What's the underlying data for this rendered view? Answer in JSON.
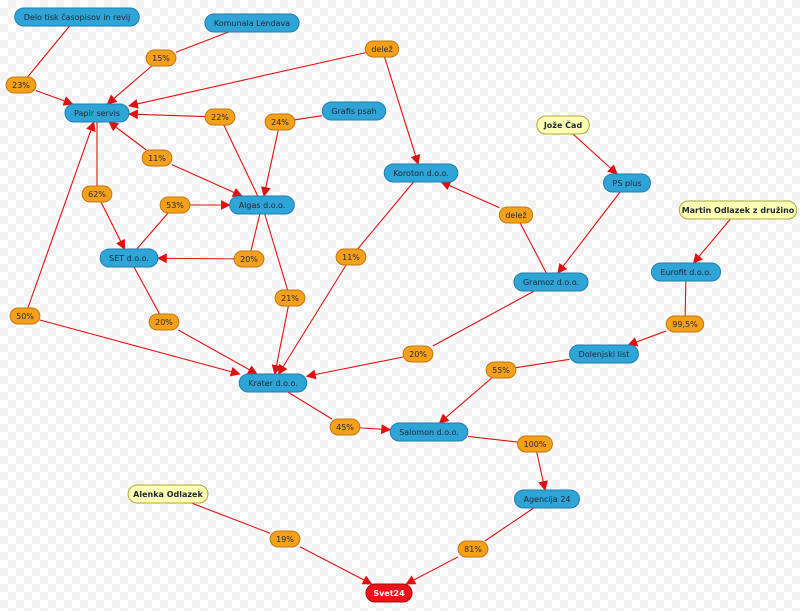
{
  "colors": {
    "company": "#2fa4d6",
    "company_stroke": "#1f7fae",
    "person": "#ffffb3",
    "person_stroke": "#a8a83a",
    "share": "#f5a01a",
    "share_stroke": "#c07710",
    "target": "#e8141a",
    "target_stroke": "#a50d10",
    "edge": "#e01010",
    "text": "#1b2733",
    "target_text": "#ffffff"
  },
  "nodes": [
    {
      "id": "delo",
      "label": "Delo tisk časopisov in revij",
      "kind": "company"
    },
    {
      "id": "komunala",
      "label": "Komunala Lendava",
      "kind": "company"
    },
    {
      "id": "papir",
      "label": "Papir servis",
      "kind": "company"
    },
    {
      "id": "grafis",
      "label": "Grafis psah",
      "kind": "company"
    },
    {
      "id": "algas",
      "label": "Algas d.o.o.",
      "kind": "company"
    },
    {
      "id": "set",
      "label": "SET d.o.o.",
      "kind": "company"
    },
    {
      "id": "koroton",
      "label": "Koroton d.o.o.",
      "kind": "company"
    },
    {
      "id": "ps",
      "label": "PS plus",
      "kind": "company"
    },
    {
      "id": "gramoz",
      "label": "Gramoz d.o.o.",
      "kind": "company"
    },
    {
      "id": "eurofit",
      "label": "Eurofit d.o.o.",
      "kind": "company"
    },
    {
      "id": "dolenjski",
      "label": "Dolenjski list",
      "kind": "company"
    },
    {
      "id": "krater",
      "label": "Krater d.o.o.",
      "kind": "company"
    },
    {
      "id": "salomon",
      "label": "Salomon d.o.o.",
      "kind": "company"
    },
    {
      "id": "agencija",
      "label": "Agencija 24",
      "kind": "company"
    },
    {
      "id": "joze",
      "label": "Jože Čad",
      "kind": "person"
    },
    {
      "id": "martin",
      "label": "Martin Odlazek z družino",
      "kind": "person"
    },
    {
      "id": "alenka",
      "label": "Alenka Odlazek",
      "kind": "person"
    },
    {
      "id": "svet",
      "label": "Svet24",
      "kind": "target"
    },
    {
      "id": "s23",
      "label": "23%",
      "kind": "share"
    },
    {
      "id": "s15",
      "label": "15%",
      "kind": "share"
    },
    {
      "id": "sdelez1",
      "label": "delež",
      "kind": "share"
    },
    {
      "id": "s22",
      "label": "22%",
      "kind": "share"
    },
    {
      "id": "s24",
      "label": "24%",
      "kind": "share"
    },
    {
      "id": "s11a",
      "label": "11%",
      "kind": "share"
    },
    {
      "id": "s62",
      "label": "62%",
      "kind": "share"
    },
    {
      "id": "s53",
      "label": "53%",
      "kind": "share"
    },
    {
      "id": "s20a",
      "label": "20%",
      "kind": "share"
    },
    {
      "id": "s11b",
      "label": "11%",
      "kind": "share"
    },
    {
      "id": "sdelez2",
      "label": "delež",
      "kind": "share"
    },
    {
      "id": "s21",
      "label": "21%",
      "kind": "share"
    },
    {
      "id": "s50",
      "label": "50%",
      "kind": "share"
    },
    {
      "id": "s20b",
      "label": "20%",
      "kind": "share"
    },
    {
      "id": "s995",
      "label": "99,5%",
      "kind": "share"
    },
    {
      "id": "s55",
      "label": "55%",
      "kind": "share"
    },
    {
      "id": "s20c",
      "label": "20%",
      "kind": "share"
    },
    {
      "id": "s45",
      "label": "45%",
      "kind": "share"
    },
    {
      "id": "s100",
      "label": "100%",
      "kind": "share"
    },
    {
      "id": "s19",
      "label": "19%",
      "kind": "share"
    },
    {
      "id": "s81",
      "label": "81%",
      "kind": "share"
    }
  ],
  "edges": [
    {
      "from": "delo",
      "to": "s23",
      "arrow": false
    },
    {
      "from": "s23",
      "to": "papir",
      "arrow": true
    },
    {
      "from": "komunala",
      "to": "s15",
      "arrow": false
    },
    {
      "from": "s15",
      "to": "papir",
      "arrow": true
    },
    {
      "from": "sdelez1",
      "to": "papir",
      "arrow": true
    },
    {
      "from": "sdelez1",
      "to": "koroton",
      "arrow": true
    },
    {
      "from": "algas",
      "to": "s22",
      "arrow": false
    },
    {
      "from": "s22",
      "to": "papir",
      "arrow": true
    },
    {
      "from": "grafis",
      "to": "s24",
      "arrow": false
    },
    {
      "from": "s24",
      "to": "algas",
      "arrow": true
    },
    {
      "from": "s11a",
      "to": "papir",
      "arrow": true
    },
    {
      "from": "s11a",
      "to": "algas",
      "arrow": true
    },
    {
      "from": "papir",
      "to": "s62",
      "arrow": false
    },
    {
      "from": "s62",
      "to": "set",
      "arrow": true
    },
    {
      "from": "s53",
      "to": "algas",
      "arrow": true
    },
    {
      "from": "set",
      "to": "s53",
      "arrow": false
    },
    {
      "from": "algas",
      "to": "s20a",
      "arrow": false
    },
    {
      "from": "s20a",
      "to": "set",
      "arrow": true
    },
    {
      "from": "algas",
      "to": "s21",
      "arrow": false
    },
    {
      "from": "s21",
      "to": "krater",
      "arrow": true
    },
    {
      "from": "koroton",
      "to": "s11b",
      "arrow": false
    },
    {
      "from": "s11b",
      "to": "krater",
      "arrow": true
    },
    {
      "from": "gramoz",
      "to": "sdelez2",
      "arrow": false
    },
    {
      "from": "sdelez2",
      "to": "koroton",
      "arrow": true
    },
    {
      "from": "joze",
      "to": "ps",
      "arrow": true
    },
    {
      "from": "ps",
      "to": "gramoz",
      "arrow": true
    },
    {
      "from": "martin",
      "to": "eurofit",
      "arrow": true
    },
    {
      "from": "eurofit",
      "to": "s995",
      "arrow": false
    },
    {
      "from": "s995",
      "to": "dolenjski",
      "arrow": true
    },
    {
      "from": "s50",
      "to": "papir",
      "arrow": true
    },
    {
      "from": "s50",
      "to": "krater",
      "arrow": true
    },
    {
      "from": "set",
      "to": "s20b",
      "arrow": false
    },
    {
      "from": "s20b",
      "to": "krater",
      "arrow": true
    },
    {
      "from": "gramoz",
      "to": "s20c",
      "arrow": false
    },
    {
      "from": "s20c",
      "to": "krater",
      "arrow": true
    },
    {
      "from": "dolenjski",
      "to": "s55",
      "arrow": false
    },
    {
      "from": "s55",
      "to": "salomon",
      "arrow": true
    },
    {
      "from": "krater",
      "to": "s45",
      "arrow": false
    },
    {
      "from": "s45",
      "to": "salomon",
      "arrow": true
    },
    {
      "from": "salomon",
      "to": "s100",
      "arrow": false
    },
    {
      "from": "s100",
      "to": "agencija",
      "arrow": true
    },
    {
      "from": "alenka",
      "to": "s19",
      "arrow": false
    },
    {
      "from": "s19",
      "to": "svet",
      "arrow": true
    },
    {
      "from": "agencija",
      "to": "s81",
      "arrow": false
    },
    {
      "from": "s81",
      "to": "svet",
      "arrow": true
    }
  ]
}
